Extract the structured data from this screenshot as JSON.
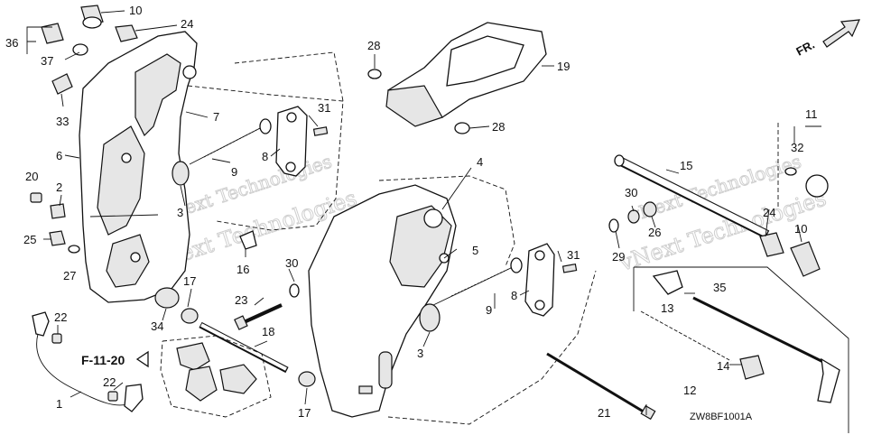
{
  "diagram_code": "ZW8BF1001A",
  "reference": "F-11-20",
  "direction_label": "FR.",
  "watermarks": [
    "vNext Technologies",
    "vNext Technologies",
    "vNext Technologies",
    "vNext Technologies"
  ],
  "callouts": {
    "c10a": "10",
    "c24a": "24",
    "c36": "36",
    "c37": "37",
    "c33": "33",
    "c7": "7",
    "c6": "6",
    "c20": "20",
    "c2": "2",
    "c25": "25",
    "c27": "27",
    "c9a": "9",
    "c8a": "8",
    "c31a": "31",
    "c3a": "3",
    "c16": "16",
    "c28a": "28",
    "c19": "19",
    "c28b": "28",
    "c4": "4",
    "c15": "15",
    "c11": "11",
    "c32": "32",
    "c30a": "30",
    "c26": "26",
    "c24b": "24",
    "c10b": "10",
    "c5": "5",
    "c29": "29",
    "c31b": "31",
    "c35": "35",
    "c13": "13",
    "c17a": "17",
    "c23": "23",
    "c30b": "30",
    "c34": "34",
    "c18": "18",
    "c9b": "9",
    "c8b": "8",
    "c3b": "3",
    "c14": "14",
    "c12": "12",
    "c22a": "22",
    "c22b": "22",
    "c1": "1",
    "c17b": "17",
    "c21": "21"
  }
}
